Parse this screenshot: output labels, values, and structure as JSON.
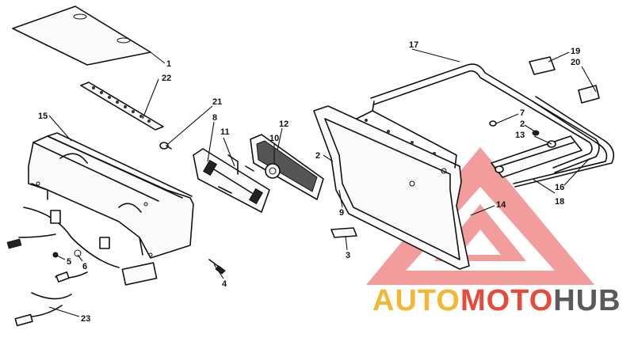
{
  "callouts": [
    {
      "id": "c1",
      "label": "1"
    },
    {
      "id": "c22",
      "label": "22"
    },
    {
      "id": "c15",
      "label": "15"
    },
    {
      "id": "c21",
      "label": "21"
    },
    {
      "id": "c8",
      "label": "8"
    },
    {
      "id": "c11",
      "label": "11"
    },
    {
      "id": "c12",
      "label": "12"
    },
    {
      "id": "c10",
      "label": "10"
    },
    {
      "id": "c2a",
      "label": "2"
    },
    {
      "id": "c9",
      "label": "9"
    },
    {
      "id": "c3",
      "label": "3"
    },
    {
      "id": "c4",
      "label": "4"
    },
    {
      "id": "c5",
      "label": "5"
    },
    {
      "id": "c6",
      "label": "6"
    },
    {
      "id": "c23",
      "label": "23"
    },
    {
      "id": "c17",
      "label": "17"
    },
    {
      "id": "c19",
      "label": "19"
    },
    {
      "id": "c20",
      "label": "20"
    },
    {
      "id": "c7",
      "label": "7"
    },
    {
      "id": "c2b",
      "label": "2"
    },
    {
      "id": "c13",
      "label": "13"
    },
    {
      "id": "c14",
      "label": "14"
    },
    {
      "id": "c16",
      "label": "16"
    },
    {
      "id": "c18",
      "label": "18"
    }
  ],
  "watermark": {
    "auto": "AUTO",
    "moto": "MOTO",
    "hub": "HUB",
    "colors": {
      "auto": "#f2b733",
      "moto": "#e84a3a",
      "hub": "#5a5a5a",
      "triangle": "#e83a3a"
    }
  }
}
